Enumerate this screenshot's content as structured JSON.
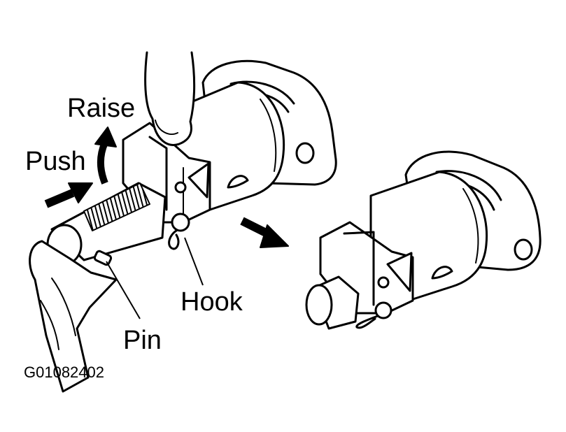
{
  "labels": {
    "raise": "Raise",
    "push": "Push",
    "hook": "Hook",
    "pin": "Pin"
  },
  "figure_code": "G01082402",
  "colors": {
    "ink": "#000000",
    "paper": "#ffffff"
  }
}
